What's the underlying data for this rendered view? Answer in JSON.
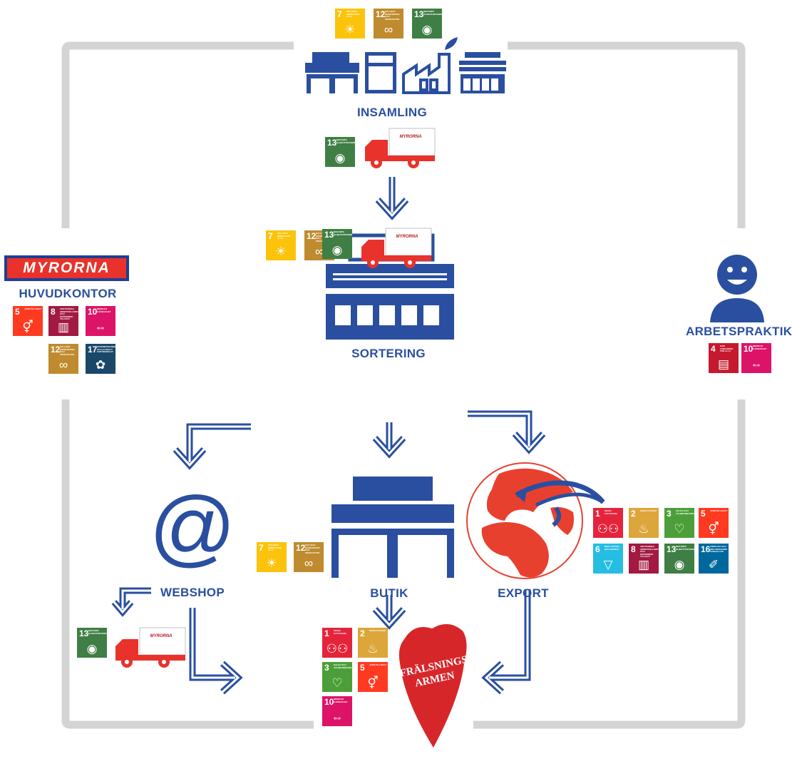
{
  "labels": {
    "insamling": "INSAMLING",
    "sortering": "SORTERING",
    "huvudkontor": "HUVUDKONTOR",
    "arbetspraktik": "ARBETSPRAKTIK",
    "webshop": "WEBSHOP",
    "butik": "BUTIK",
    "export": "EXPORT"
  },
  "logos": {
    "myrorna": "MYRORNA",
    "truck_brand": "MYRORNA",
    "salvation_army": "FRÄLSNINGS ARMEN"
  },
  "colors": {
    "primary_blue": "#2a4fa0",
    "loop_gray": "#d4d4d4",
    "truck_red": "#e8322b",
    "globe_red": "#e8402f"
  },
  "sdg": {
    "1": {
      "num": "1",
      "title": "Ingen fattigdom",
      "color": "#e5243b",
      "icon": "people-icon"
    },
    "2": {
      "num": "2",
      "title": "Ingen hunger",
      "color": "#dda63a",
      "icon": "bowl-icon"
    },
    "3": {
      "num": "3",
      "title": "Hälsa och välbefinnande",
      "color": "#4c9f38",
      "icon": "heartbeat-icon"
    },
    "4": {
      "num": "4",
      "title": "God utbildning för alla",
      "color": "#c5192d",
      "icon": "book-icon"
    },
    "5": {
      "num": "5",
      "title": "Jämställdhet",
      "color": "#ff3a21",
      "icon": "gender-icon"
    },
    "6": {
      "num": "6",
      "title": "Rent vatten och sanitet",
      "color": "#26bde2",
      "icon": "water-icon"
    },
    "7": {
      "num": "7",
      "title": "Hållbar energi för alla",
      "color": "#fcc30b",
      "icon": "sun-icon"
    },
    "8": {
      "num": "8",
      "title": "Anständiga arbetsvillkor och ekonomisk tillväxt",
      "color": "#a21942",
      "icon": "growth-icon"
    },
    "10": {
      "num": "10",
      "title": "Minskad ojämlikhet",
      "color": "#dd1367",
      "icon": "equality-icon"
    },
    "12": {
      "num": "12",
      "title": "Hållbar konsumtion och produktion",
      "color": "#bf8b2e",
      "icon": "infinity-icon"
    },
    "13": {
      "num": "13",
      "title": "Bekämpa klimatförändringarna",
      "color": "#3f7e44",
      "icon": "eye-icon"
    },
    "16": {
      "num": "16",
      "title": "Fredliga och inkluderande samhällen",
      "color": "#00689d",
      "icon": "dove-icon"
    },
    "17": {
      "num": "17",
      "title": "Genomförande och globalt partnerskap",
      "color": "#19486a",
      "icon": "flower-icon"
    }
  }
}
